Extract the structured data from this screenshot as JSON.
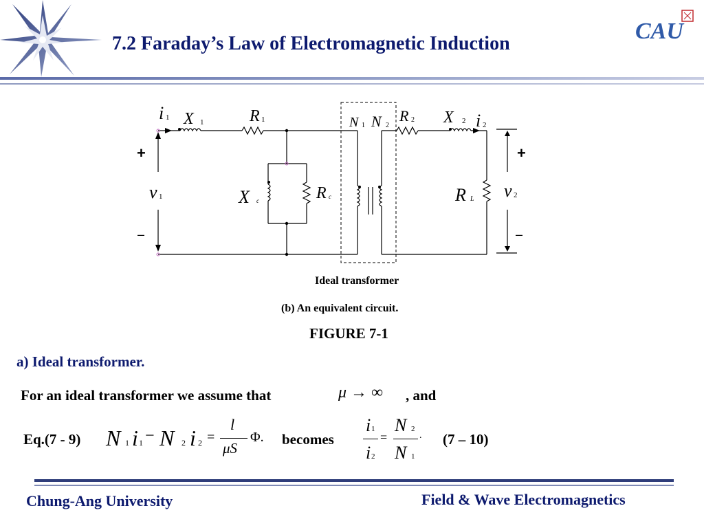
{
  "header": {
    "title": "7.2 Faraday’s Law of Electromagnetic Induction",
    "logo_text": "CAU"
  },
  "colors": {
    "title": "#0d1a6e",
    "bar": "#2f3d7a",
    "accent": "#c0282d"
  },
  "circuit": {
    "i1": "i",
    "i1_sub": "1",
    "x1": "X",
    "x1_sub": "1",
    "r1": "R",
    "r1_sub": "1",
    "n1": "N",
    "n1_sub": "1",
    "n2": "N",
    "n2_sub": "2",
    "r2": "R",
    "r2_sub": "2",
    "x2": "X",
    "x2_sub": "2",
    "i2": "i",
    "i2_sub": "2",
    "v1": "v",
    "v1_sub": "1",
    "v2": "v",
    "v2_sub": "2",
    "xc": "X",
    "xc_sub": "c",
    "rc": "R",
    "rc_sub": "c",
    "rl": "R",
    "rl_sub": "L",
    "plus_left": "+",
    "minus_left": "–",
    "plus_right": "+",
    "minus_right": "–"
  },
  "captions": {
    "ideal": "Ideal transformer",
    "equiv": "(b) An equivalent circuit.",
    "figure": "FIGURE 7-1"
  },
  "content": {
    "section": "a) Ideal transformer.",
    "assume": "For an ideal transformer we assume that",
    "mu": "μ",
    "arrow_inf": "→ ∞",
    "and": ", and",
    "eq_label": "Eq.(7 - 9)",
    "eq_n": "N",
    "eq_i": "i",
    "eq_sub1": "1",
    "eq_sub2": "2",
    "eq_minus": "−",
    "eq_equals": "=",
    "eq_num": "l",
    "eq_den": "μS",
    "eq_phi": "Φ.",
    "becomes": "becomes",
    "frac_dot": ".",
    "eq_number": "(7 – 10)"
  },
  "footer": {
    "left": "Chung-Ang University",
    "right": "Field & Wave Electromagnetics"
  }
}
